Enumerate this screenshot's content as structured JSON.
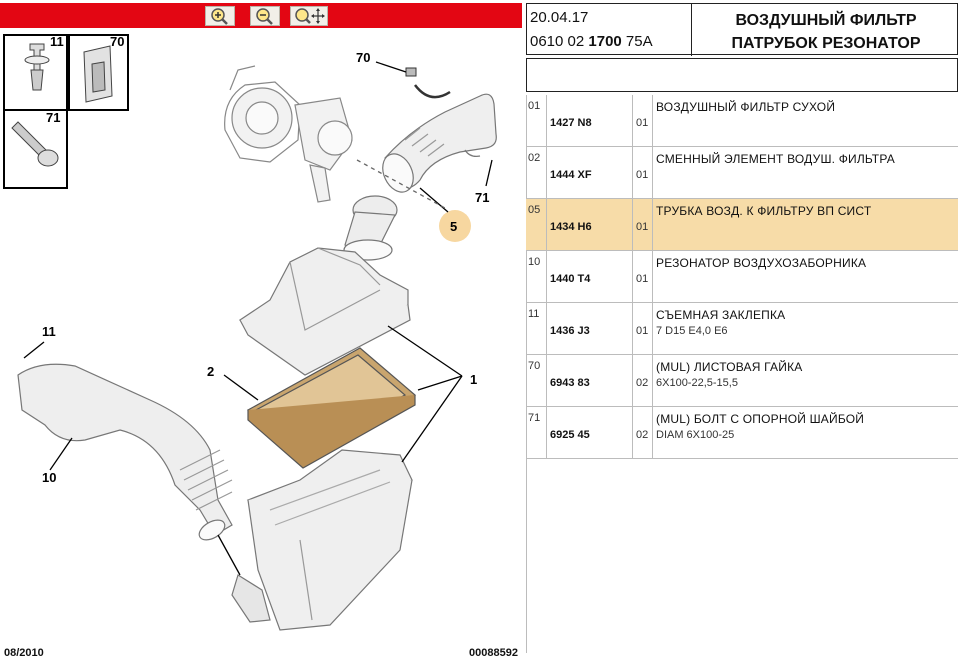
{
  "toolbar": {
    "zoom_in_icon": "zoom-in-icon",
    "zoom_out_icon": "zoom-out-icon",
    "zoom_pan_icon": "zoom-pan-icon",
    "background_color": "#e30613"
  },
  "diagram": {
    "callouts": {
      "c11_box": "11",
      "c70_box": "70",
      "c71_box": "71",
      "c70": "70",
      "c71": "71",
      "c5": "5",
      "c11": "11",
      "c2": "2",
      "c1": "1",
      "c10": "10"
    },
    "highlight_color": "#f7d7a0",
    "footer_date": "08/2010",
    "footer_code": "00088592"
  },
  "header": {
    "date": "20.04.17",
    "ref_prefix": "0610 02 ",
    "ref_bold": "1700",
    "ref_suffix": " 75A",
    "title_line1": "ВОЗДУШНЫЙ ФИЛЬТР",
    "title_line2": "ПАТРУБОК РЕЗОНАТОР"
  },
  "parts": [
    {
      "pos": "01",
      "ref": "1427 N8",
      "qty": "01",
      "desc1": "ВОЗДУШНЫЙ ФИЛЬТР СУХОЙ",
      "desc2": "",
      "highlighted": false
    },
    {
      "pos": "02",
      "ref": "1444 XF",
      "qty": "01",
      "desc1": "СМЕННЫЙ ЭЛЕМЕНТ ВОДУШ. ФИЛЬТРА",
      "desc2": "",
      "highlighted": false
    },
    {
      "pos": "05",
      "ref": "1434 H6",
      "qty": "01",
      "desc1": "ТРУБКА ВОЗД. К ФИЛЬТРУ ВП СИСТ",
      "desc2": "",
      "highlighted": true
    },
    {
      "pos": "10",
      "ref": "1440 T4",
      "qty": "01",
      "desc1": "РЕЗОНАТОР ВОЗДУХОЗАБОРНИКА",
      "desc2": "",
      "highlighted": false
    },
    {
      "pos": "11",
      "ref": "1436 J3",
      "qty": "01",
      "desc1": "СЪЕМНАЯ ЗАКЛЕПКА",
      "desc2": "7 D15 E4,0 E6",
      "highlighted": false
    },
    {
      "pos": "70",
      "ref": "6943 83",
      "qty": "02",
      "desc1": "(MUL) ЛИСТОВАЯ ГАЙКА",
      "desc2": "6X100-22,5-15,5",
      "highlighted": false
    },
    {
      "pos": "71",
      "ref": "6925 45",
      "qty": "02",
      "desc1": "(MUL) БОЛТ С ОПОРНОЙ ШАЙБОЙ",
      "desc2": "DIAM 6X100-25",
      "highlighted": false
    }
  ]
}
